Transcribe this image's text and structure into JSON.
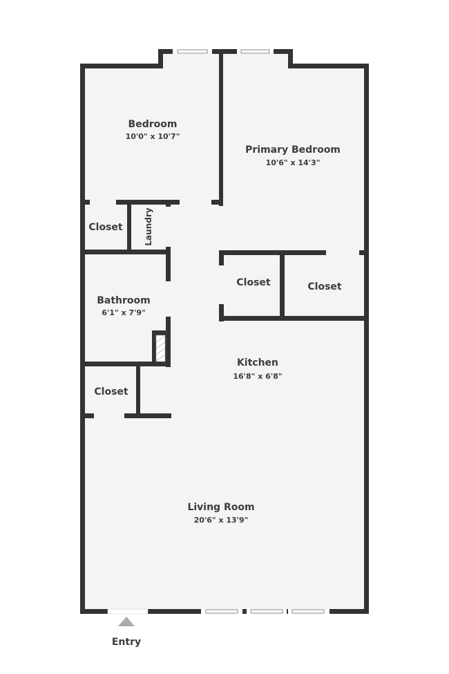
{
  "colors": {
    "wall": "#333333",
    "floor": "#f4f4f4",
    "background": "#ffffff",
    "text": "#3c3c3c",
    "entry_arrow": "#aaaaaa"
  },
  "rooms": [
    {
      "id": "bedroom",
      "name": "Bedroom",
      "dimensions": "10'0\" x 10'7\""
    },
    {
      "id": "primary-bedroom",
      "name": "Primary Bedroom",
      "dimensions": "10'6\" x 14'3\""
    },
    {
      "id": "closet-1",
      "name": "Closet"
    },
    {
      "id": "laundry",
      "name": "Laundry"
    },
    {
      "id": "bathroom",
      "name": "Bathroom",
      "dimensions": "6'1\" x 7'9\""
    },
    {
      "id": "closet-2",
      "name": "Closet"
    },
    {
      "id": "closet-3",
      "name": "Closet"
    },
    {
      "id": "closet-4",
      "name": "Closet"
    },
    {
      "id": "kitchen",
      "name": "Kitchen",
      "dimensions": "16'8\" x 6'8\""
    },
    {
      "id": "living-room",
      "name": "Living Room",
      "dimensions": "20'6\" x 13'9\""
    }
  ],
  "entry": {
    "label": "Entry"
  }
}
